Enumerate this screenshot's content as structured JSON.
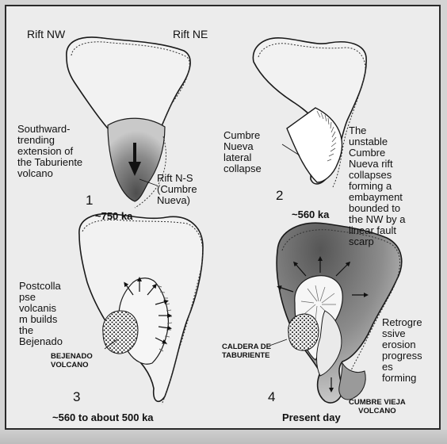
{
  "panel1": {
    "number": "1",
    "age": "~750 ka",
    "rift_nw": "Rift NW",
    "rift_ne": "Rift NE",
    "extension_note": "Southward-\ntrending\nextension of\nthe Taburiente\nvolcano",
    "rift_ns": "Rift N-S\n(Cumbre\nNueva)"
  },
  "panel2": {
    "number": "2",
    "age": "~560 ka",
    "collapse_label": "Cumbre\nNueva\nlateral\ncollapse",
    "rift_note": "The\nunstable\nCumbre\nNueva rift\ncollapses\nforming a\nembayment\nbounded to\nthe NW by a\nlinear fault\nscarp"
  },
  "panel3": {
    "number": "3",
    "age": "~560 to about 500 ka",
    "volcanism_note": "Postcolla\npse\nvolcanis\nm builds\nthe\nBejenado",
    "volcano_label": "BEJENADO\nVOLCANO"
  },
  "panel4": {
    "number": "4",
    "age": "Present day",
    "caldera_label": "CALDERA DE\nTABURIENTE",
    "erosion_note": "Retrogre\nssive\nerosion\nprogress\nes\nforming",
    "cumbre_vieja": "CUMBRE VIEJA\nVOLCANO"
  },
  "colors": {
    "frame_bg": "#ececec",
    "outline": "#1a1a1a",
    "shade_dark": "#6a6a6a",
    "shade_light": "#c4c4c4",
    "stipple": "#222222"
  }
}
